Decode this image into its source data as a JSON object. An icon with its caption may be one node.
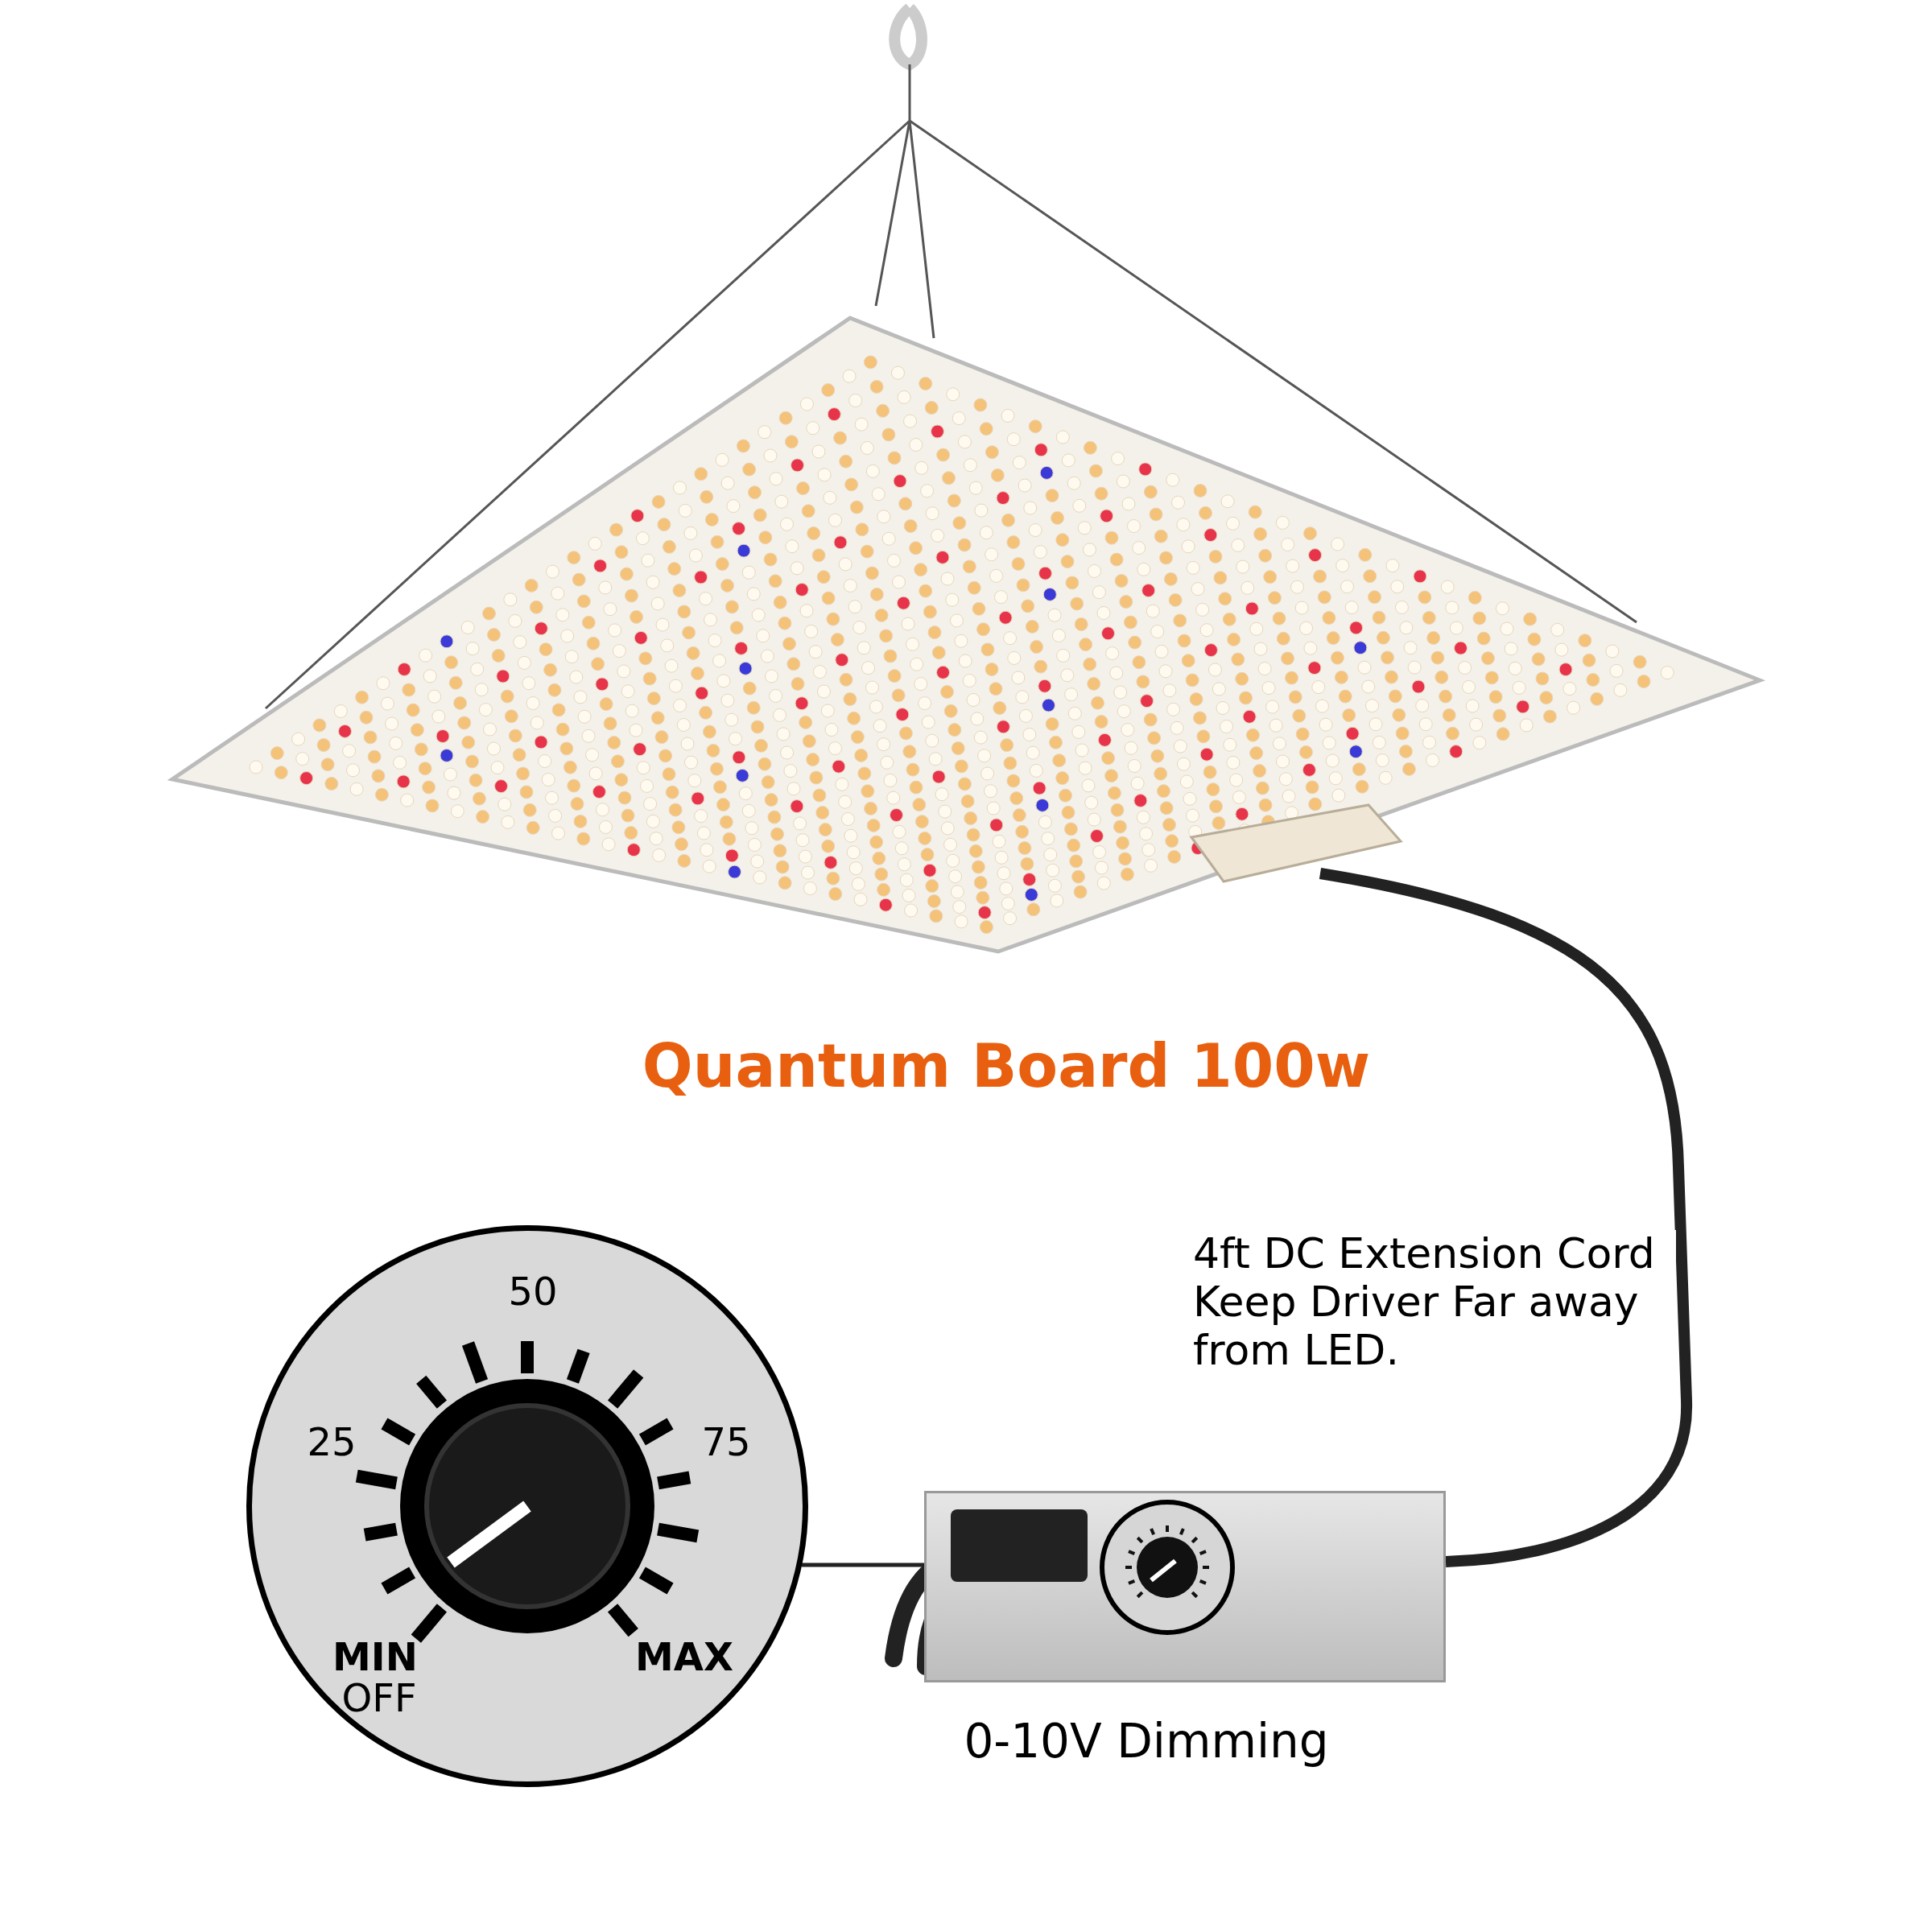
{
  "diagram": {
    "nodes": [
      {
        "text": [],
        "shape": "picture",
        "beside": [
          "Quantum Board 100w"
        ]
      },
      {
        "text": [],
        "shape": "picture",
        "beside": [
          "0-10V Dimming"
        ]
      },
      {
        "text": [],
        "shape": "circle",
        "in": 1
      },
      {
        "text": [
          "50",
          "25",
          "75",
          "MIN",
          "OFF",
          "MAX"
        ]
      }
    ],
    "edges": [
      {
        "from": 0,
        "to": 1,
        "arrow": "none",
        "style": "thick",
        "label": "4ft DC Extension Cord Keep Driver Far away from LED."
      },
      {
        "from": 3,
        "to": 2,
        "arrow": "none"
      }
    ]
  }
}
